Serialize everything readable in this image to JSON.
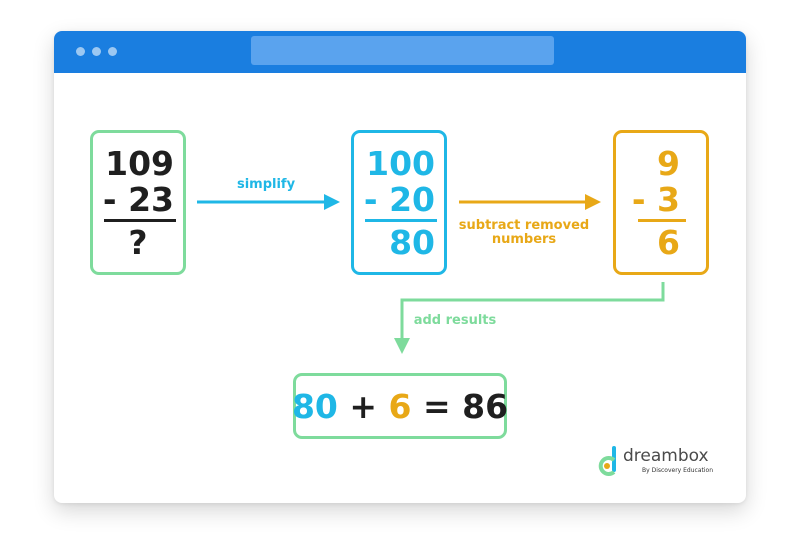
{
  "colors": {
    "green": "#7edb9c",
    "blue": "#1fb7e6",
    "gold": "#e8a817",
    "dark": "#1f1f1f",
    "titlebar": "#1a7ee0"
  },
  "step1": {
    "top": "109",
    "bottom": "- 23",
    "result": "?"
  },
  "step2": {
    "top": "100",
    "bottom": "- 20",
    "result": "80"
  },
  "step3": {
    "top": "9",
    "bottom": "- 3",
    "result": "6"
  },
  "labels": {
    "simplify": "simplify",
    "subtract": "subtract removed\nnumbers",
    "add": "add results"
  },
  "result": {
    "a": "80",
    "plus": " + ",
    "b": "6",
    "equals": " = ",
    "sum": "86"
  },
  "logo": {
    "name": "dreambox",
    "tagline": "By Discovery Education"
  }
}
